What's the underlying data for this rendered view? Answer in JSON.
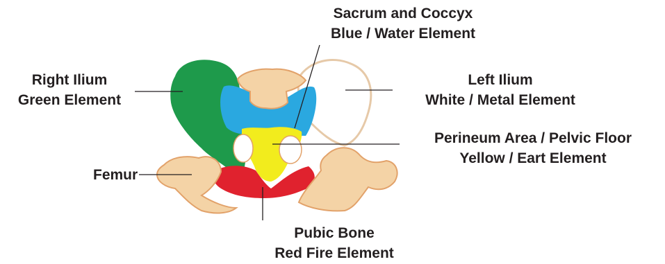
{
  "labels": {
    "sacrum": {
      "line1": "Sacrum and Coccyx",
      "line2": "Blue / Water Element"
    },
    "right_ilium": {
      "line1": "Right Ilium",
      "line2": "Green Element"
    },
    "left_ilium": {
      "line1": "Left Ilium",
      "line2": "White / Metal Element"
    },
    "perineum": {
      "line1": "Perineum Area / Pelvic Floor",
      "line2": "Yellow / Eart Element"
    },
    "femur": {
      "line1": "Femur"
    },
    "pubic": {
      "line1": "Pubic Bone",
      "line2": "Red Fire Element"
    }
  },
  "colors": {
    "right_ilium": "#1e9a4b",
    "sacrum": "#2aa8e0",
    "perineum": "#f2ec1d",
    "pubic": "#e0222e",
    "left_ilium": "#ffffff",
    "bone": "#f4d3a6",
    "bone_edge": "#e2a26a",
    "text": "#231f20"
  }
}
